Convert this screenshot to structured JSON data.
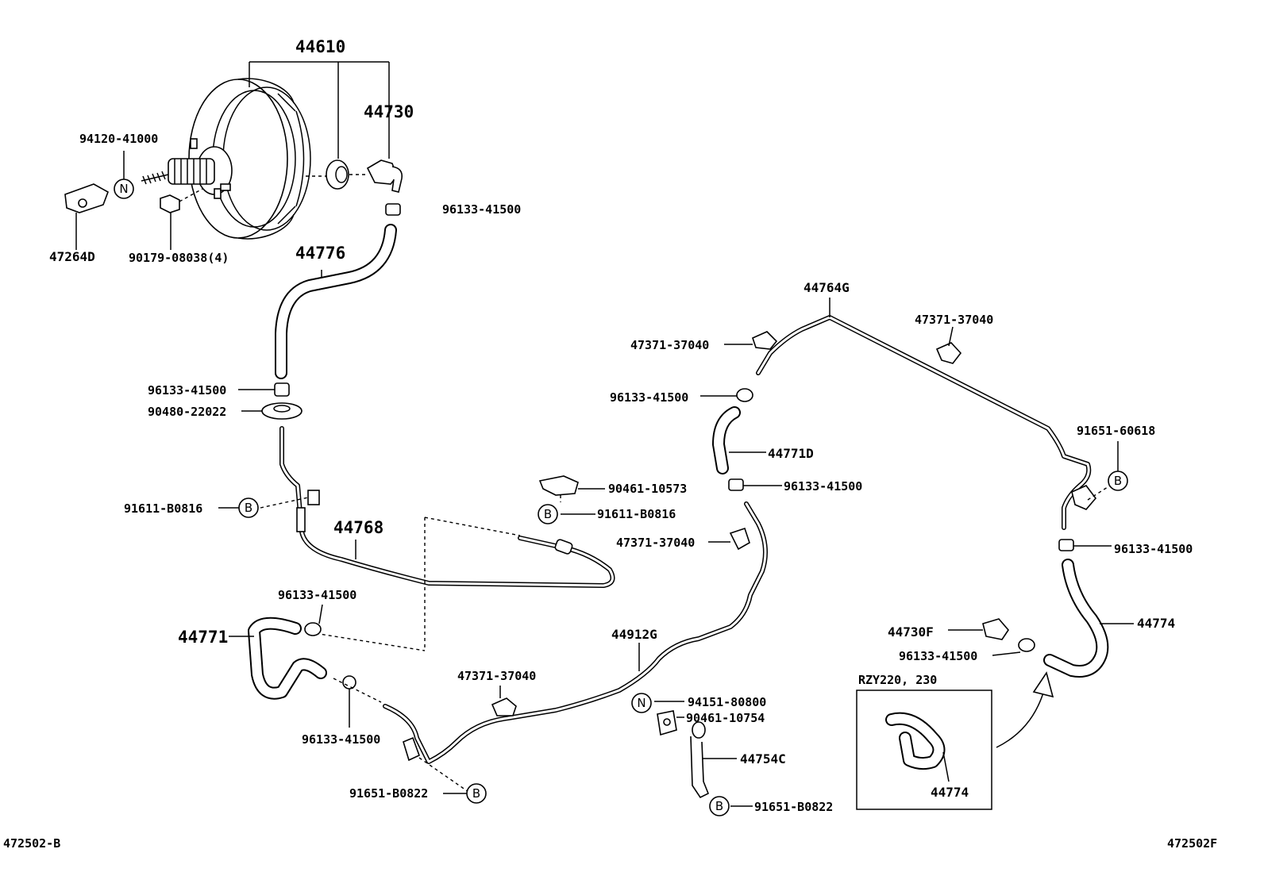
{
  "labels": {
    "booster": "44610",
    "check_valve": "44730",
    "clevis_pin": "94120-41000",
    "clevis": "47264D",
    "nut": "90179-08038(4)",
    "hose_upper": "44776",
    "clip_top": "96133-41500",
    "clip_mid_left": "96133-41500",
    "grommet": "90480-22022",
    "clamp_b1": "91611-B0816",
    "pipe_44768": "44768",
    "bracket_90461_10573": "90461-10573",
    "clamp_b2": "91611-B0816",
    "clip_44771_top": "96133-41500",
    "hose_44771": "44771",
    "clip_44771_bottom": "96133-41500",
    "clamp_b3": "91651-B0822",
    "clamp_47371_bottom": "47371-37040",
    "pipe_44912g": "44912G",
    "pipe_44764g": "44764G",
    "clamp_47371_left": "47371-37040",
    "clamp_47371_right": "47371-37040",
    "clip_right_pipe": "96133-41500",
    "hose_44771d": "44771D",
    "clip_44771d_bottom": "96133-41500",
    "clamp_47371_mid": "47371-37040",
    "bolt_94151": "94151-80800",
    "bolt_90461_10754": "90461-10754",
    "bracket_44754c": "44754C",
    "clamp_b4": "91651-B0822",
    "clamp_91651_60618": "91651-60618",
    "clip_44774_top": "96133-41500",
    "hose_44774": "44774",
    "valve_44730f": "44730F",
    "clip_44730f": "96133-41500",
    "inset_title": "RZY220, 230",
    "inset_part": "44774",
    "footer_left": "472502-B",
    "footer_right": "472502F"
  },
  "callouts": {
    "n": "N",
    "b": "B"
  }
}
